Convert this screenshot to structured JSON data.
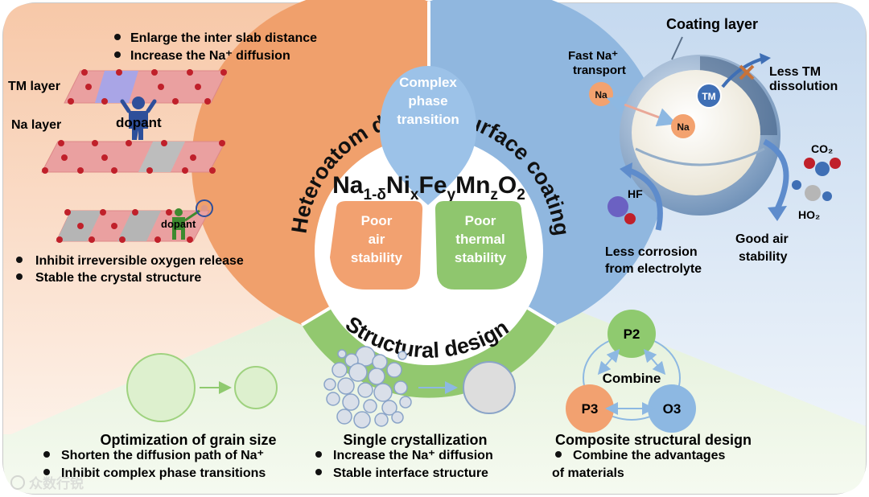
{
  "center": {
    "formula": {
      "na": "Na",
      "na_sub": "1-δ",
      "ni": "Ni",
      "ni_sub": "x",
      "fe": "Fe",
      "fe_sub": "y",
      "mn": "Mn",
      "mn_sub": "z",
      "o": "O",
      "o_sub": "2"
    },
    "complex_phase": [
      "Complex",
      "phase",
      "transition"
    ],
    "poor_air": [
      "Poor",
      "air",
      "stability"
    ],
    "poor_thermal": [
      "Poor",
      "thermal",
      "stability"
    ]
  },
  "ring_labels": {
    "heteroatom": "Heteroatom doping",
    "surface": "Surface coating",
    "structural": "Structural design"
  },
  "heteroatom": {
    "top_bullets": [
      "Enlarge the inter slab distance",
      "Increase the Na⁺ diffusion"
    ],
    "tm_layer": "TM layer",
    "na_layer": "Na layer",
    "dopant_large": "dopant",
    "dopant_small": "dopant",
    "bottom_bullets": [
      "Inhibit irreversible oxygen release",
      "Stable the crystal structure"
    ]
  },
  "surface": {
    "coating_layer": "Coating layer",
    "fast_na": [
      "Fast Na⁺",
      "transport"
    ],
    "less_tm": [
      "Less TM",
      "dissolution"
    ],
    "na1": "Na",
    "na2": "Na",
    "tm": "TM",
    "hf": "HF",
    "co2": "CO₂",
    "ho2": "HO₂",
    "less_corrosion": [
      "Less corrosion",
      "from electrolyte"
    ],
    "good_air": [
      "Good air",
      "stability"
    ]
  },
  "structural": {
    "grain_title": "Optimization of grain size",
    "grain_bullets": [
      "Shorten the diffusion path of Na⁺",
      "Inhibit complex phase transitions"
    ],
    "single_title": "Single crystallization",
    "single_bullets": [
      "Increase the Na⁺ diffusion",
      "Stable interface structure"
    ],
    "composite_title": "Composite structural design",
    "composite_bullets": [
      "Combine the advantages",
      "of  materials"
    ],
    "p2": "P2",
    "p3": "P3",
    "o3": "O3",
    "combine": "Combine"
  },
  "watermark": "众数行锐",
  "colors": {
    "orange": "#f2a36f",
    "blue": "#8db8e2",
    "green": "#8fca6f",
    "tm_blue": "#3f6fb5"
  }
}
